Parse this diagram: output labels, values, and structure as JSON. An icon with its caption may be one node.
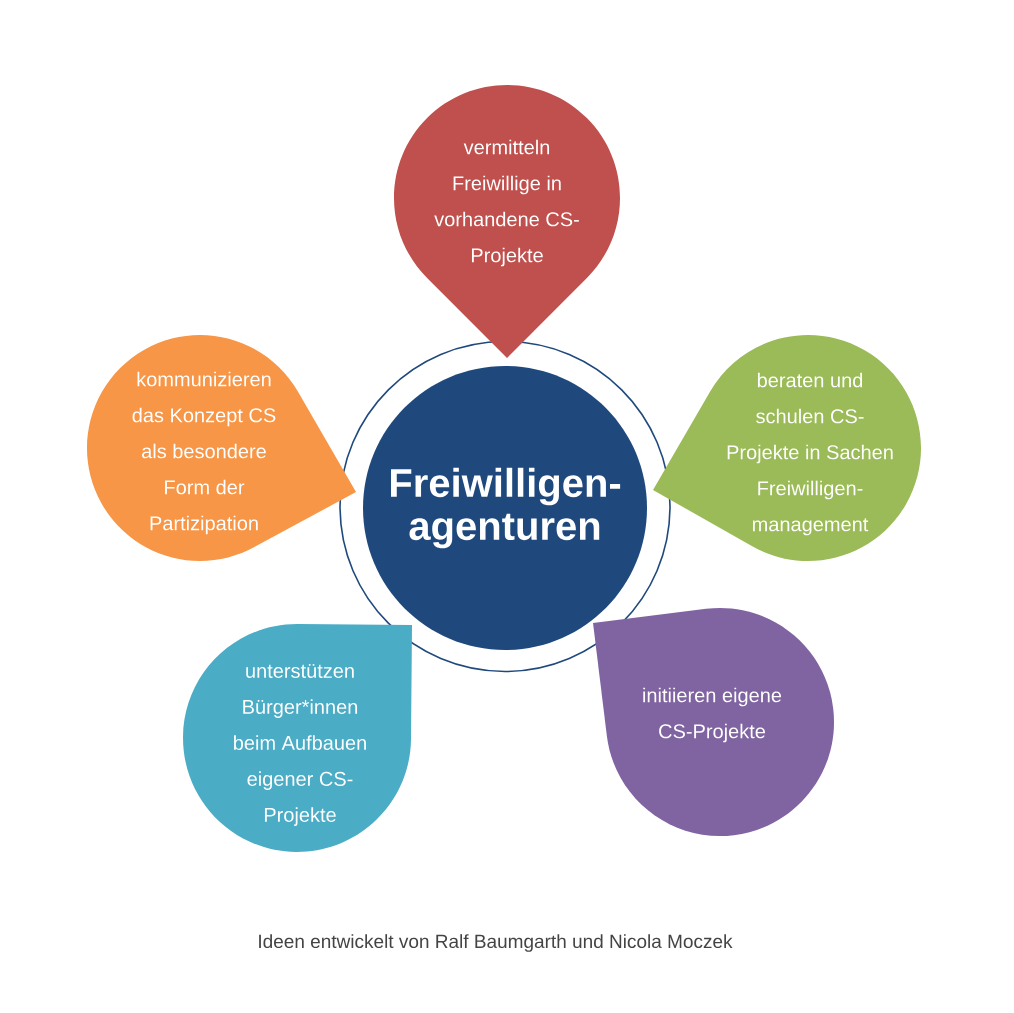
{
  "diagram": {
    "caption": "Ideen entwickelt von Ralf Baumgarth und Nicola Moczek",
    "nodes": [
      {
        "text": [
          "vermitteln Freiwillige in vorhandene CS- Projekte"
        ]
      },
      {
        "text": [
          "kommunizieren das Konzept CS als besondere Form der Partizipation"
        ]
      },
      {
        "text": [
          "Freiwilligen- agenturen"
        ]
      },
      {
        "text": [
          "beraten und schulen CS- Projekte in Sachen Freiwilligen- management"
        ]
      },
      {
        "text": [
          "unterstützen Bürger*innen beim Aufbauen eigener CS- Projekte"
        ]
      },
      {
        "text": [
          "initiieren eigene CS-Projekte"
        ]
      }
    ]
  }
}
